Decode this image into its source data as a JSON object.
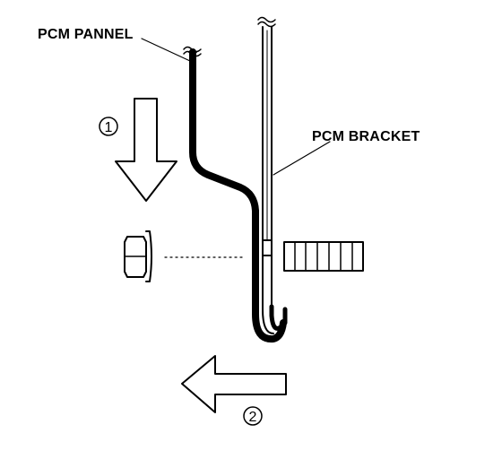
{
  "labels": {
    "pcm_panel": "PCM PANNEL",
    "pcm_bracket": "PCM BRACKET"
  },
  "steps": {
    "step1": "1",
    "step2": "2"
  },
  "icons": {
    "down_arrow": "arrow-down-icon",
    "left_arrow": "arrow-left-icon",
    "break_mark": "break-mark-icon",
    "bolt": "bolt-icon",
    "nut": "nut-icon"
  },
  "colors": {
    "ink": "#000000",
    "background": "#ffffff"
  }
}
